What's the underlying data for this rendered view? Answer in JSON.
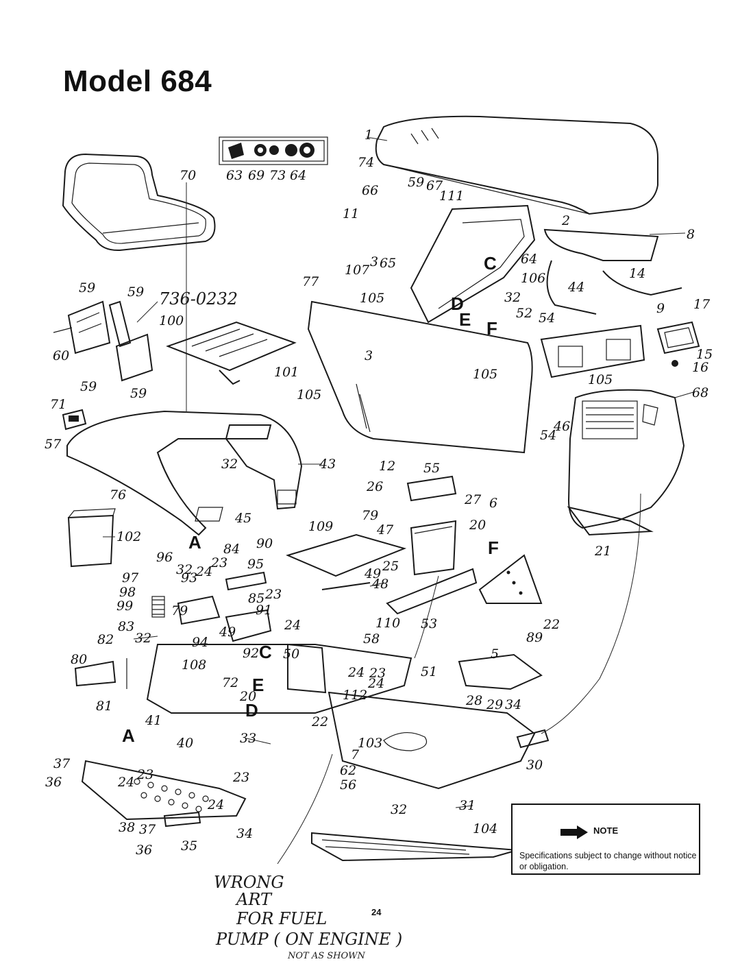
{
  "title": "Model 684",
  "callouts": [
    "1",
    "2",
    "3",
    "5",
    "6",
    "7",
    "8",
    "9",
    "11",
    "12",
    "14",
    "15",
    "16",
    "17",
    "20",
    "21",
    "22",
    "23",
    "24",
    "25",
    "26",
    "27",
    "28",
    "29",
    "30",
    "31",
    "32",
    "33",
    "34",
    "35",
    "36",
    "37",
    "38",
    "40",
    "41",
    "43",
    "44",
    "45",
    "46",
    "47",
    "48",
    "49",
    "50",
    "51",
    "52",
    "53",
    "54",
    "55",
    "56",
    "57",
    "58",
    "59",
    "60",
    "62",
    "63",
    "64",
    "65",
    "66",
    "67",
    "68",
    "69",
    "70",
    "71",
    "72",
    "73",
    "74",
    "76",
    "77",
    "79",
    "80",
    "81",
    "82",
    "83",
    "84",
    "85",
    "89",
    "90",
    "91",
    "92",
    "93",
    "94",
    "95",
    "96",
    "97",
    "98",
    "99",
    "100",
    "101",
    "102",
    "103",
    "104",
    "105",
    "106",
    "107",
    "108",
    "109",
    "110",
    "111",
    "112"
  ],
  "reference_letters": [
    "A",
    "C",
    "D",
    "E",
    "F"
  ],
  "handwritten_part_number": "736-0232",
  "note": {
    "label": "NOTE",
    "text": "Specifications subject to change without notice or obligation."
  },
  "page_number": "24",
  "handwritten_note": {
    "line1": "WRONG",
    "line2": "ART",
    "line3": "FOR FUEL",
    "line4": "PUMP ( ON ENGINE )",
    "line5": "NOT AS SHOWN"
  },
  "colors": {
    "ink": "#1a1a1a",
    "paper": "#ffffff"
  }
}
